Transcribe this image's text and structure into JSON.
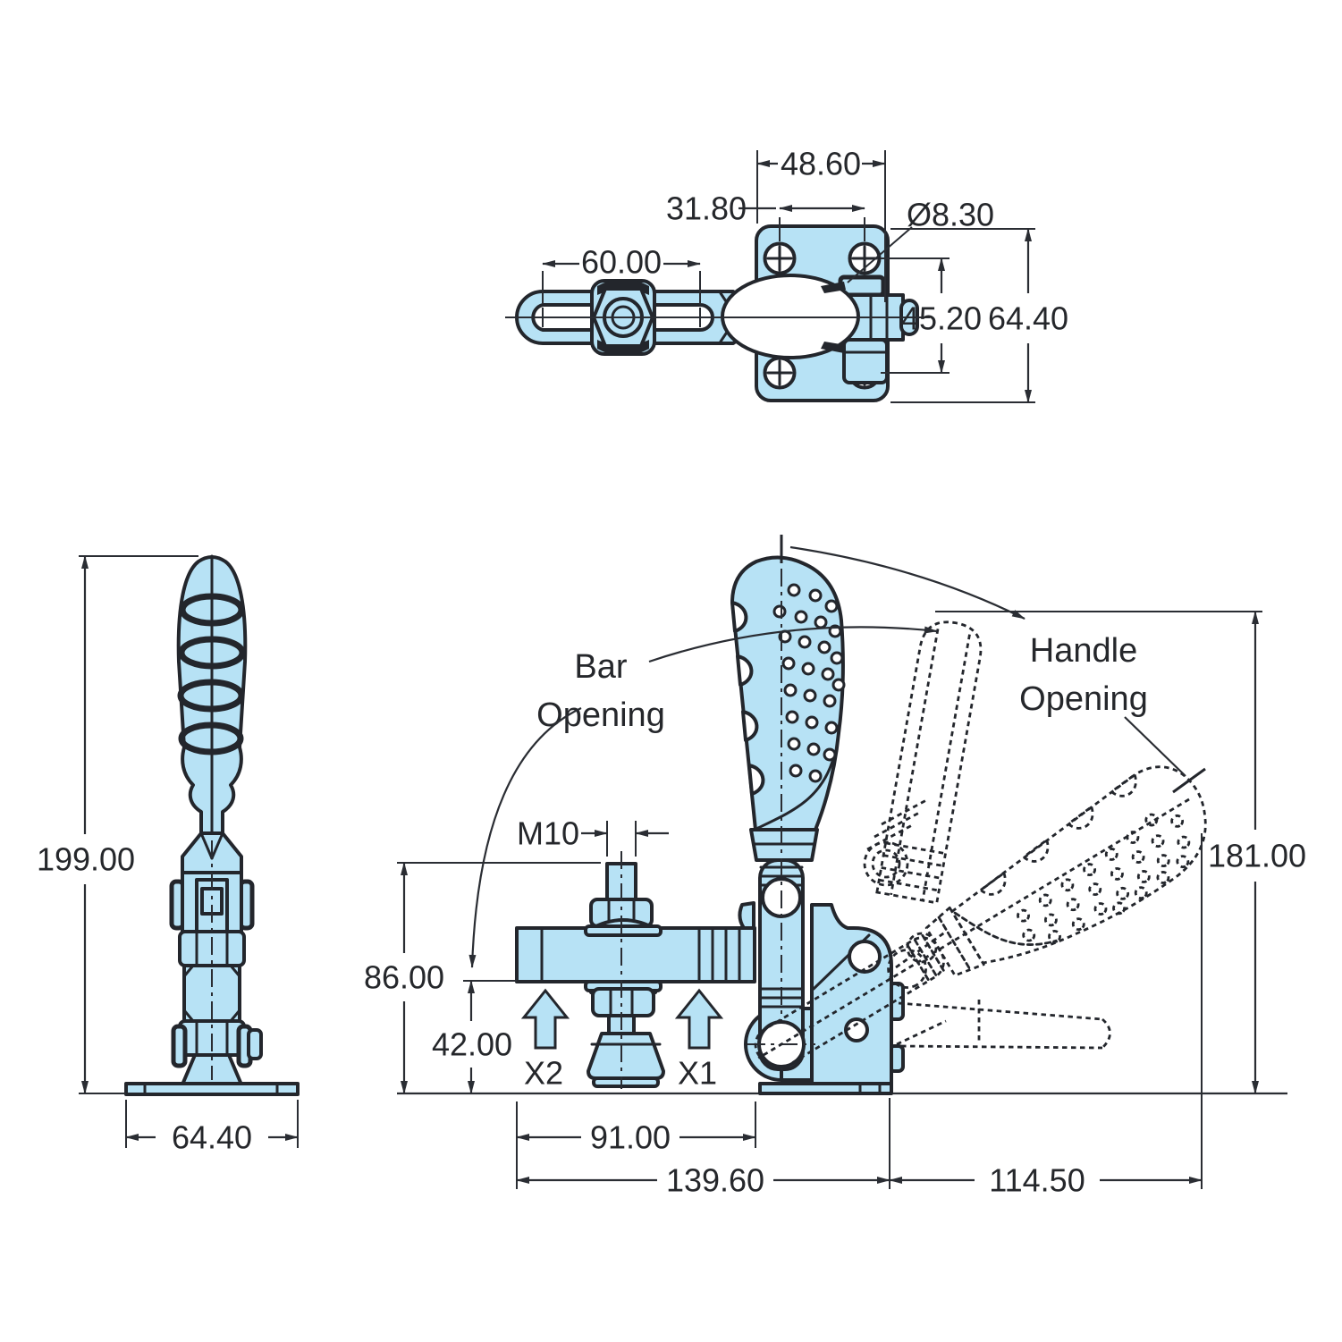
{
  "drawing_type": "engineering dimension drawing - vertical toggle clamp",
  "colors": {
    "part_fill": "#B7E2F5",
    "outline": "#23262c",
    "dimension_lines": "#2a2d33",
    "text": "#25272b",
    "background": "#ffffff"
  },
  "views": {
    "top_view": {
      "dimensions": {
        "plate_width": "48.60",
        "hole_spacing": "31.80",
        "hole_diameter": "Ø8.30",
        "slot_length": "60.00",
        "hole_spacing_vertical": "45.20",
        "plate_height": "64.40"
      }
    },
    "front_view": {
      "dimensions": {
        "overall_height": "199.00",
        "base_width": "64.40"
      }
    },
    "side_view": {
      "dimensions": {
        "thread": "M10",
        "spindle_top_height": "86.00",
        "bar_height": "42.00",
        "bar_length": "91.00",
        "base_to_bar_end": "139.60",
        "handle_swing_reach": "114.50",
        "open_height_total": "181.00"
      },
      "annotations": {
        "bar_opening": {
          "line1": "Bar",
          "line2": "Opening"
        },
        "handle_opening": {
          "line1": "Handle",
          "line2": "Opening"
        },
        "position_x2": "X2",
        "position_x1": "X1"
      }
    }
  }
}
